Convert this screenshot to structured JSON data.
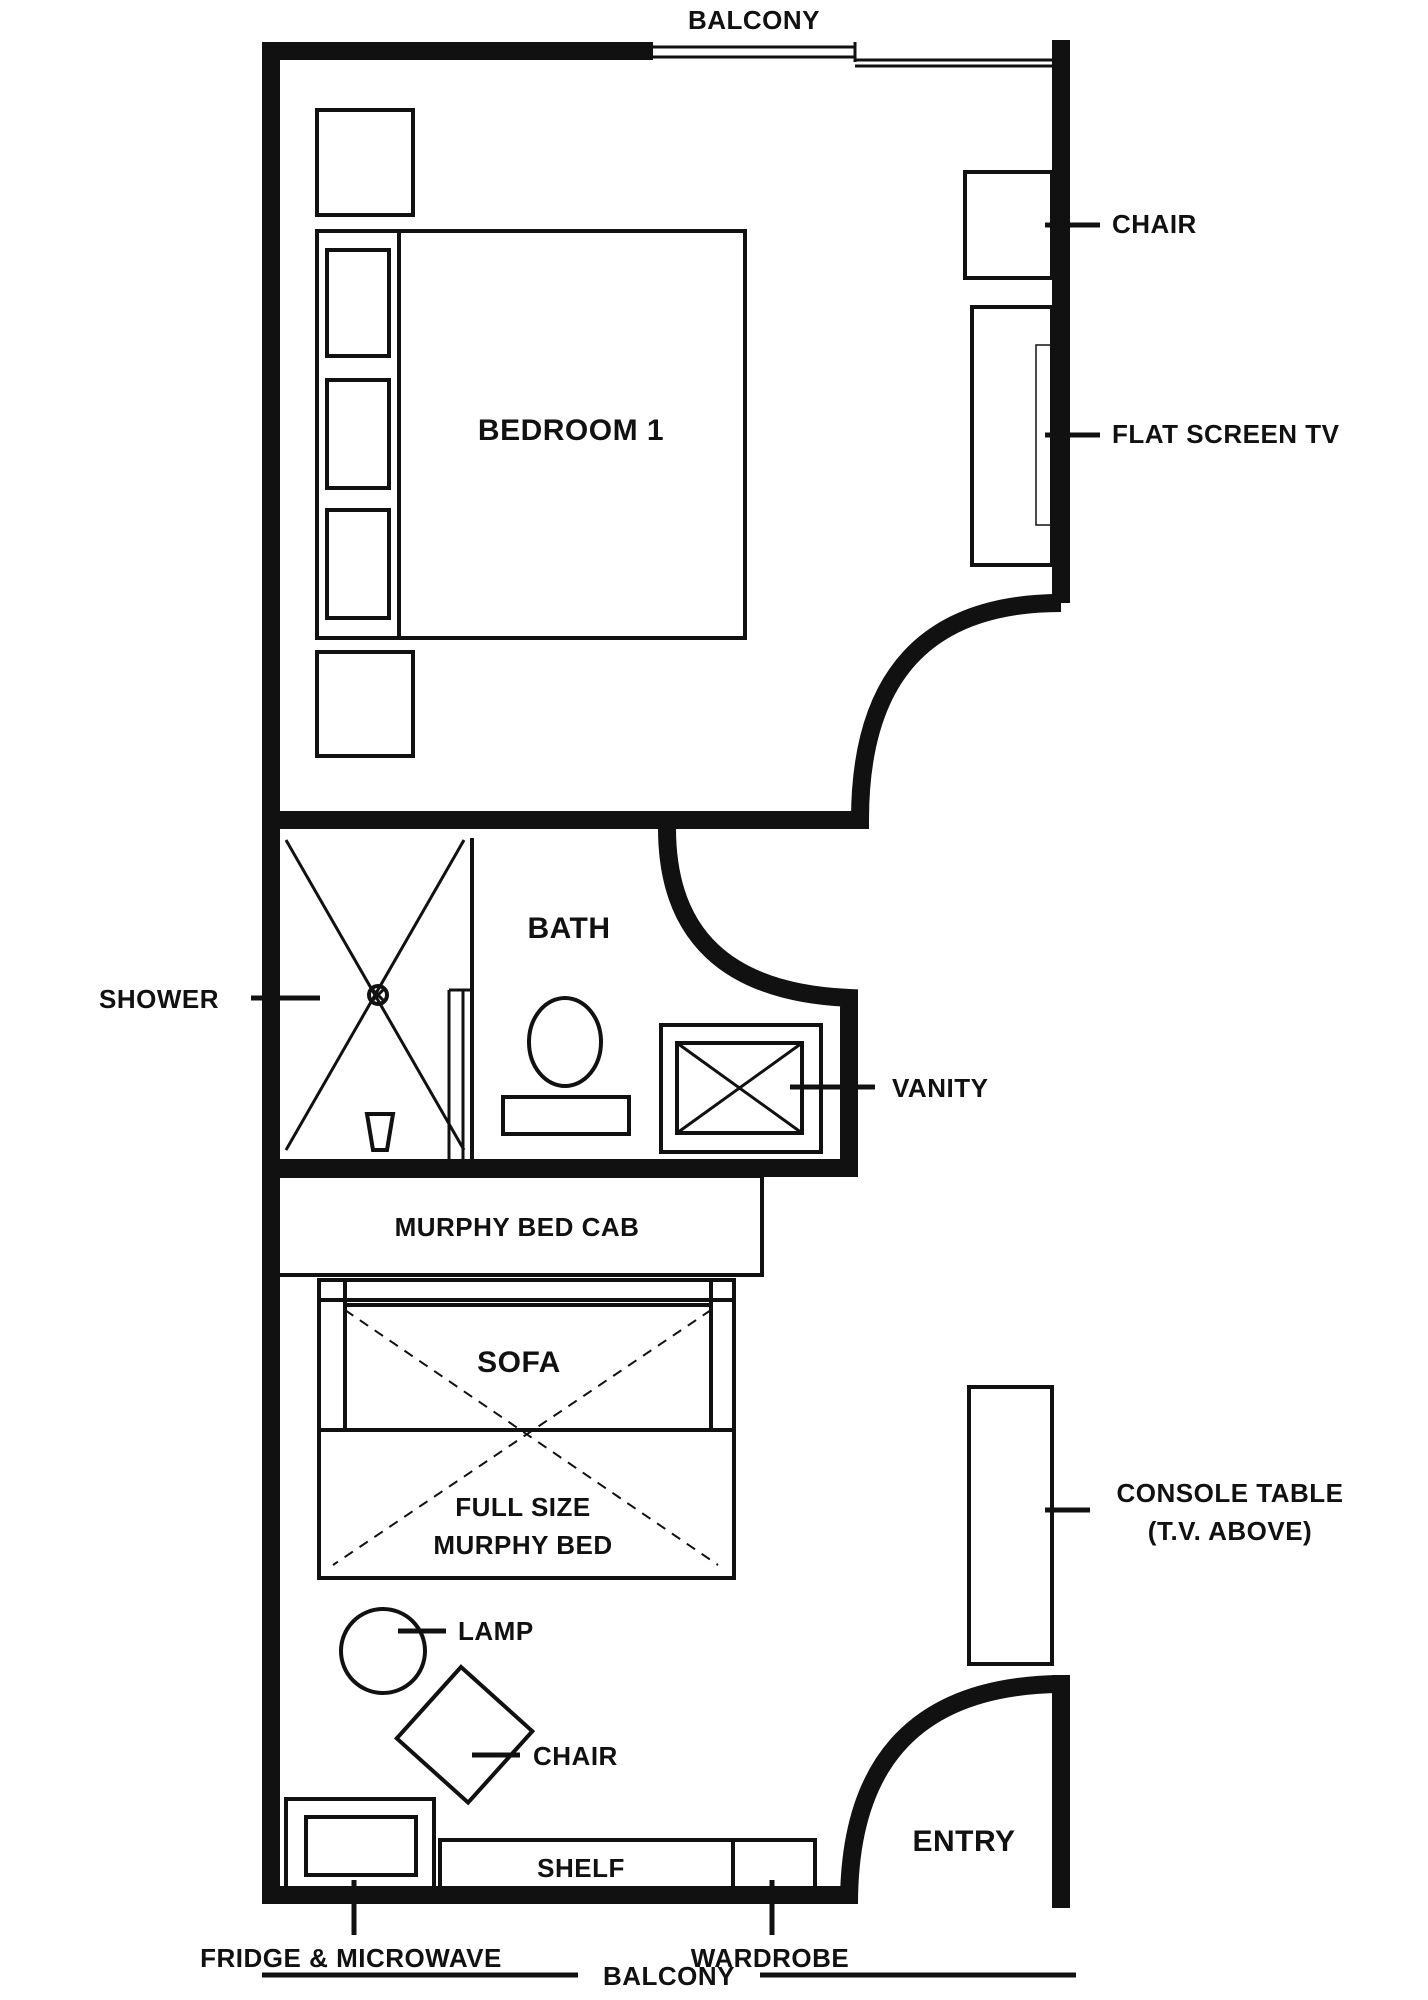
{
  "labels": {
    "balcony_top": "BALCONY",
    "chair_bedroom": "CHAIR",
    "tv": "FLAT SCREEN TV",
    "bedroom": "BEDROOM 1",
    "bath": "BATH",
    "shower": "SHOWER",
    "vanity": "VANITY",
    "murphy_cab": "MURPHY BED CAB",
    "sofa": "SOFA",
    "murphy_bed_line1": "FULL SIZE",
    "murphy_bed_line2": "MURPHY BED",
    "console_line1": "CONSOLE TABLE",
    "console_line2": "(T.V. ABOVE)",
    "lamp": "LAMP",
    "chair_living": "CHAIR",
    "entry": "ENTRY",
    "shelf": "SHELF",
    "fridge": "FRIDGE & MICROWAVE",
    "wardrobe": "WARDROBE",
    "balcony_bottom": "BALCONY"
  }
}
